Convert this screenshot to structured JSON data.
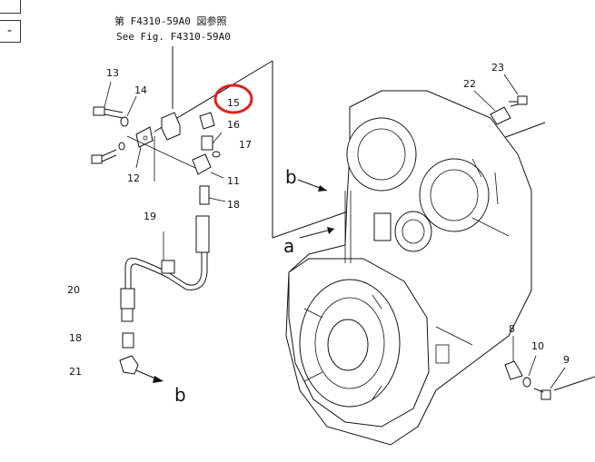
{
  "reference": {
    "line_jp": "第 F4310-59A0 図参照",
    "line_en": "See Fig. F4310-59A0"
  },
  "ui": {
    "zoom_out_label": "-"
  },
  "callouts": {
    "c8": "8",
    "c9": "9",
    "c10": "10",
    "c11": "11",
    "c12": "12",
    "c13": "13",
    "c14": "14",
    "c15": "15",
    "c16": "16",
    "c17": "17",
    "c18a": "18",
    "c18b": "18",
    "c19": "19",
    "c20": "20",
    "c21": "21",
    "c22": "22",
    "c23": "23"
  },
  "arrows": {
    "a": "a",
    "b_top": "b",
    "b_bottom": "b"
  },
  "highlight": {
    "callout": "15",
    "color": "#e0201c"
  }
}
